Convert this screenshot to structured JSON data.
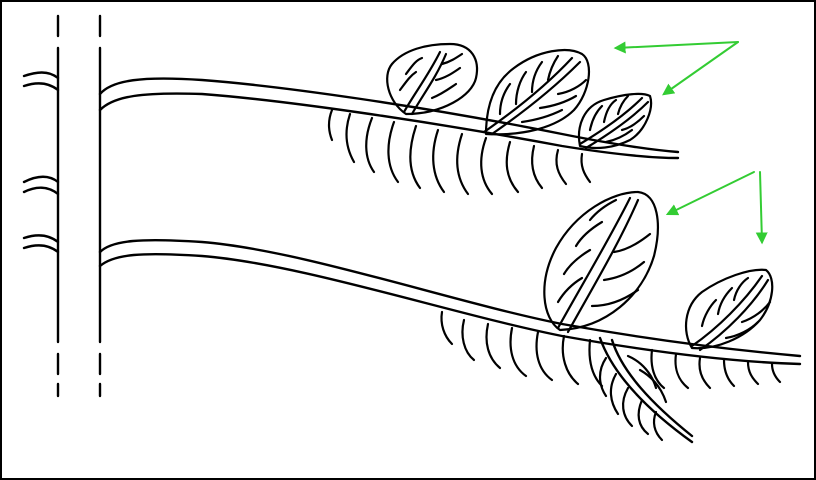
{
  "figure": {
    "background": "#ffffff",
    "ink_color": "#000000",
    "arrow_color": "#33cc33",
    "frame_color": "#000000"
  },
  "elements": {
    "trunk": {
      "icon": "vertical-stem-dashed-ends"
    },
    "upper_branch": {
      "icon": "horizontal-branch",
      "leaves_above": 3,
      "leaflets_below": 12
    },
    "lower_branch": {
      "icon": "horizontal-branch",
      "leaves_above": 2,
      "leaflets_below": 13,
      "side_twigs": 1
    },
    "arrow_groups": [
      {
        "icon": "green-arrow-pair",
        "count": 2
      },
      {
        "icon": "green-arrow-pair",
        "count": 2
      }
    ]
  }
}
